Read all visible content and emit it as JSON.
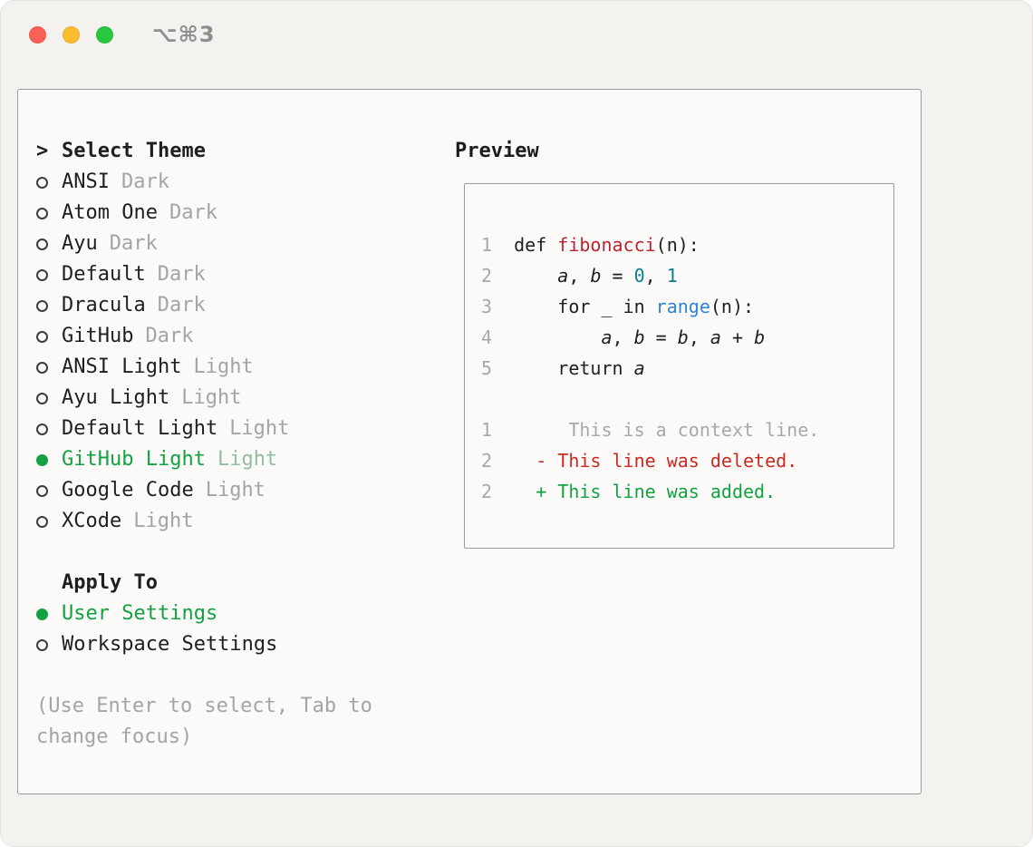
{
  "titlebar": {
    "shortcut": "⌥⌘3"
  },
  "colors": {
    "accent_green": "#12a242",
    "muted_gray": "#a4a4a4",
    "diff_red": "#c92a21",
    "func_red": "#bc2330",
    "num_teal": "#0b7f8e",
    "call_blue": "#2f86d2"
  },
  "theme_panel": {
    "title_prefix": ">",
    "title": "Select Theme",
    "themes": [
      {
        "label": "ANSI",
        "variant": "Dark",
        "selected": false
      },
      {
        "label": "Atom One",
        "variant": "Dark",
        "selected": false
      },
      {
        "label": "Ayu",
        "variant": "Dark",
        "selected": false
      },
      {
        "label": "Default",
        "variant": "Dark",
        "selected": false
      },
      {
        "label": "Dracula",
        "variant": "Dark",
        "selected": false
      },
      {
        "label": "GitHub",
        "variant": "Dark",
        "selected": false
      },
      {
        "label": "ANSI Light",
        "variant": "Light",
        "selected": false
      },
      {
        "label": "Ayu Light",
        "variant": "Light",
        "selected": false
      },
      {
        "label": "Default Light",
        "variant": "Light",
        "selected": false
      },
      {
        "label": "GitHub Light",
        "variant": "Light",
        "selected": true
      },
      {
        "label": "Google Code",
        "variant": "Light",
        "selected": false
      },
      {
        "label": "XCode",
        "variant": "Light",
        "selected": false
      }
    ],
    "apply_to": {
      "title": "Apply To",
      "options": [
        {
          "label": "User Settings",
          "selected": true
        },
        {
          "label": "Workspace Settings",
          "selected": false
        }
      ]
    },
    "hint": "(Use Enter to select, Tab to change focus)"
  },
  "preview": {
    "title": "Preview",
    "lines": [
      {
        "tokens": [
          [
            "1  ",
            "ln"
          ],
          [
            "def ",
            "fg"
          ],
          [
            "fibonacci",
            "func"
          ],
          [
            "(n):",
            "fg"
          ]
        ]
      },
      {
        "tokens": [
          [
            "2  ",
            "ln"
          ],
          [
            "    ",
            "fg"
          ],
          [
            "a",
            "fg",
            true
          ],
          [
            ", ",
            "fg"
          ],
          [
            "b",
            "fg",
            true
          ],
          [
            " = ",
            "fg"
          ],
          [
            "0",
            "num"
          ],
          [
            ", ",
            "fg"
          ],
          [
            "1",
            "num"
          ]
        ]
      },
      {
        "tokens": [
          [
            "3  ",
            "ln"
          ],
          [
            "    for _ in ",
            "fg"
          ],
          [
            "range",
            "call"
          ],
          [
            "(n):",
            "fg"
          ]
        ]
      },
      {
        "tokens": [
          [
            "4  ",
            "ln"
          ],
          [
            "        ",
            "fg"
          ],
          [
            "a",
            "fg",
            true
          ],
          [
            ", ",
            "fg"
          ],
          [
            "b",
            "fg",
            true
          ],
          [
            " = ",
            "fg"
          ],
          [
            "b",
            "fg",
            true
          ],
          [
            ", ",
            "fg"
          ],
          [
            "a",
            "fg",
            true
          ],
          [
            " + ",
            "fg"
          ],
          [
            "b",
            "fg",
            true
          ]
        ]
      },
      {
        "tokens": [
          [
            "5  ",
            "ln"
          ],
          [
            "    return ",
            "fg"
          ],
          [
            "a",
            "fg",
            true
          ]
        ]
      },
      {
        "tokens": []
      },
      {
        "tokens": [
          [
            "1  ",
            "ln"
          ],
          [
            "     This is a context line.",
            "ctx"
          ]
        ]
      },
      {
        "tokens": [
          [
            "2  ",
            "ln"
          ],
          [
            "  - This line was deleted.",
            "del"
          ]
        ]
      },
      {
        "tokens": [
          [
            "2  ",
            "ln"
          ],
          [
            "  + This line was added.",
            "add"
          ]
        ]
      }
    ]
  }
}
